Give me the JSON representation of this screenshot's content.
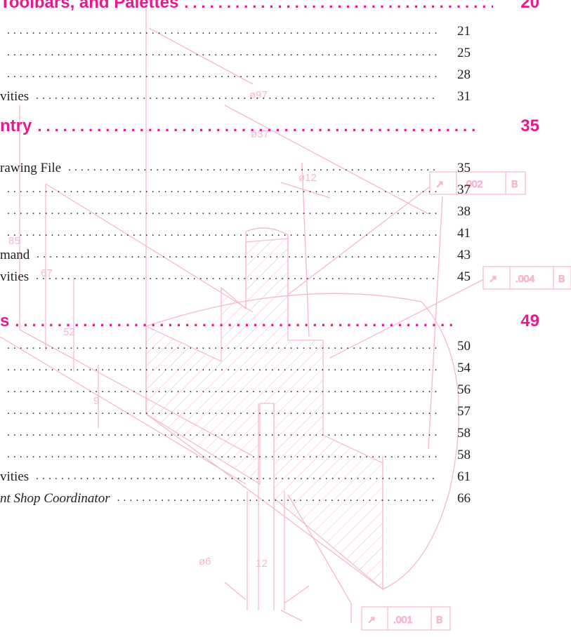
{
  "headings": [
    {
      "title": "Toolbars, and Palettes",
      "page": "20"
    },
    {
      "title": "ntry",
      "page": "35"
    },
    {
      "title": "s",
      "page": "49"
    }
  ],
  "entries": [
    {
      "title": "",
      "page": "21"
    },
    {
      "title": "",
      "page": "25"
    },
    {
      "title": "",
      "page": "28"
    },
    {
      "title": "vities",
      "page": "31"
    },
    {
      "title": "rawing File",
      "page": "35"
    },
    {
      "title": "",
      "page": "37"
    },
    {
      "title": "",
      "page": "38"
    },
    {
      "title": "",
      "page": "41"
    },
    {
      "title": "mand",
      "page": "43"
    },
    {
      "title": "vities",
      "page": "45"
    },
    {
      "title": "",
      "page": "50"
    },
    {
      "title": "",
      "page": "54"
    },
    {
      "title": "",
      "page": "56"
    },
    {
      "title": "",
      "page": "57"
    },
    {
      "title": "",
      "page": "58"
    },
    {
      "title": "",
      "page": "58"
    },
    {
      "title": "vities",
      "page": "61"
    },
    {
      "title": "nt Shop Coordinator",
      "page": "66"
    }
  ],
  "drawing": {
    "color": "#f7b7d2",
    "dimensions": [
      "ø97",
      "ø37",
      "ø12",
      "85",
      "67",
      "52",
      "9",
      "ø6",
      "12"
    ],
    "control_frames": [
      {
        "symbol": "↗",
        "value": ".002",
        "datum": "B"
      },
      {
        "symbol": "↗",
        "value": ".004",
        "datum": "B"
      },
      {
        "symbol": "↗",
        "value": ".001",
        "datum": "B"
      }
    ]
  }
}
